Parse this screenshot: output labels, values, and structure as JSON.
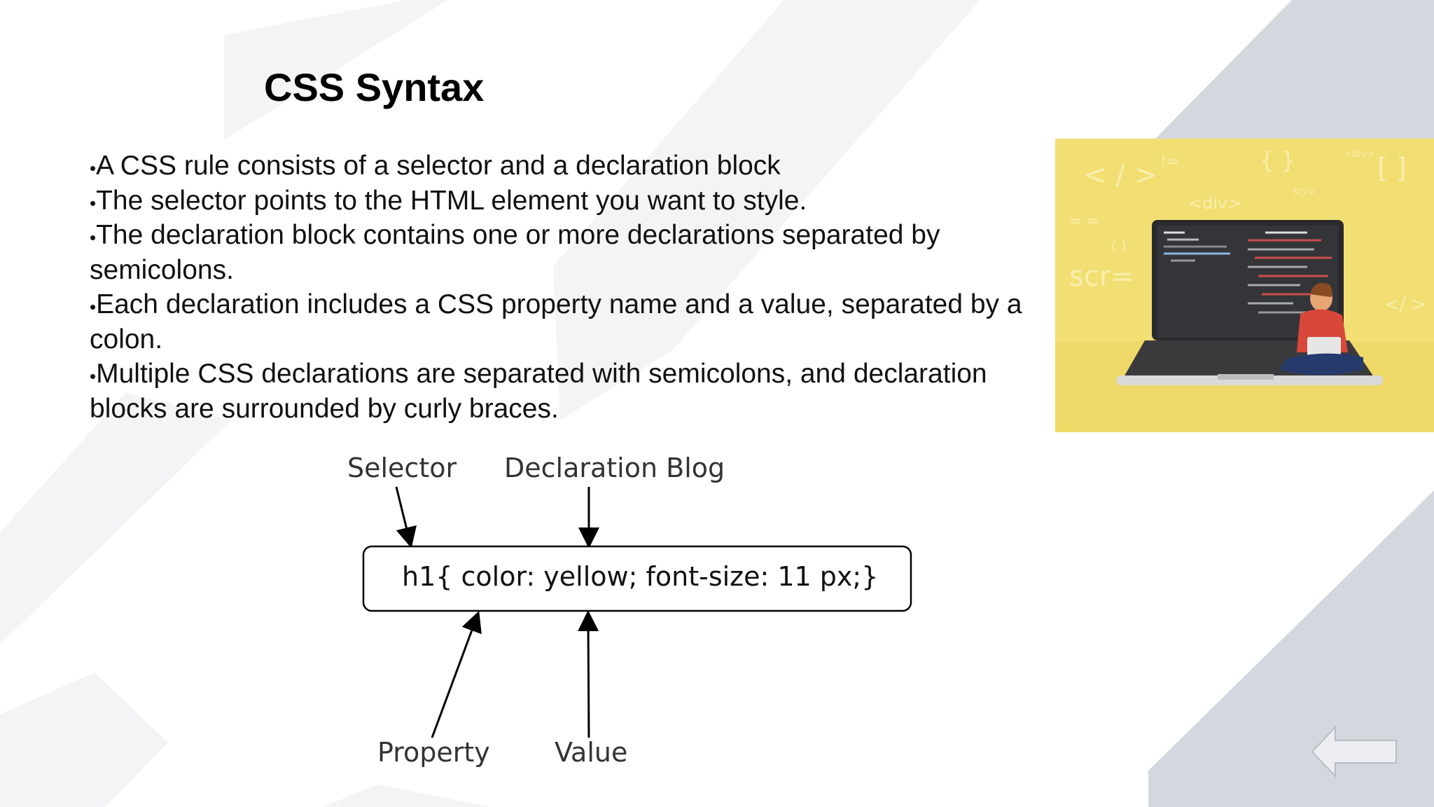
{
  "slide": {
    "title": "CSS Syntax",
    "bullets": [
      "A CSS rule consists of a selector and a declaration block",
      "The selector points to the HTML element you want to style.",
      "The declaration block contains one or more declarations separated by semicolons.",
      "Each declaration includes a CSS property name and a value, separated by a colon.",
      "Multiple CSS declarations are separated with semicolons, and declaration blocks are surrounded by curly braces."
    ],
    "bullet_glyph": "•"
  },
  "diagram": {
    "label_selector": "Selector",
    "label_declaration": "Declaration Blog",
    "code": "h1{ color: yellow; font-size: 11 px;}",
    "label_property": "Property",
    "label_value": "Value"
  },
  "photo": {
    "background_color": "#f1df73",
    "deco_tokens": [
      "< / >",
      "{ }",
      "[ ]",
      "<div>",
      "scr=",
      "!=",
      "= =",
      "( )",
      "</ >",
      "<div>",
      "scr="
    ]
  },
  "navigation": {
    "back_icon": "left-arrow-icon"
  },
  "colors": {
    "background_shapes": "#f3f4f6",
    "corner_shapes": "#d3d7de"
  }
}
